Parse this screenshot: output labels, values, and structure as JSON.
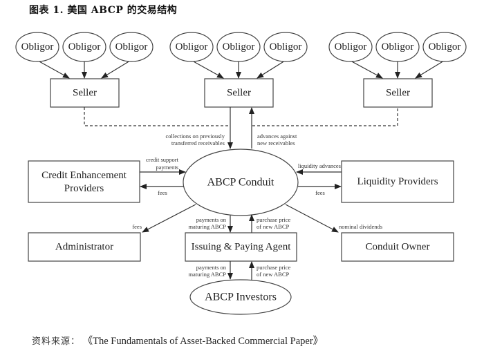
{
  "figure": {
    "title": "图表 1.   美国 ABCP 的交易结构",
    "source_label": "资料来源：",
    "source_text": "《The Fundamentals of Asset-Backed Commercial Paper》"
  },
  "nodes": {
    "obligors": [
      "Obligor",
      "Obligor",
      "Obligor",
      "Obligor",
      "Obligor",
      "Obligor",
      "Obligor",
      "Obligor",
      "Obligor"
    ],
    "sellers": [
      "Seller",
      "Seller",
      "Seller"
    ],
    "conduit": "ABCP Conduit",
    "credit_enhancement": [
      "Credit Enhancement",
      "Providers"
    ],
    "liquidity": "Liquidity Providers",
    "administrator": "Administrator",
    "ipa": "Issuing & Paying Agent",
    "conduit_owner": "Conduit Owner",
    "investors": "ABCP Investors"
  },
  "edge_labels": {
    "collections": [
      "collections on previously",
      "transferred receivables"
    ],
    "advances": [
      "advances against",
      "new receivables"
    ],
    "credit_support": [
      "credit support",
      "payments"
    ],
    "ce_fees": "fees",
    "liquidity_advances": "liquidity advances",
    "lp_fees": "fees",
    "admin_fees": "fees",
    "nominal_dividends": "nominal dividends",
    "ipa_payments": [
      "payments on",
      "maturing ABCP"
    ],
    "ipa_purchase": [
      "purchase price",
      "of new ABCP"
    ],
    "inv_payments": [
      "payments on",
      "maturing ABCP"
    ],
    "inv_purchase": [
      "purchase price",
      "of new ABCP"
    ]
  }
}
